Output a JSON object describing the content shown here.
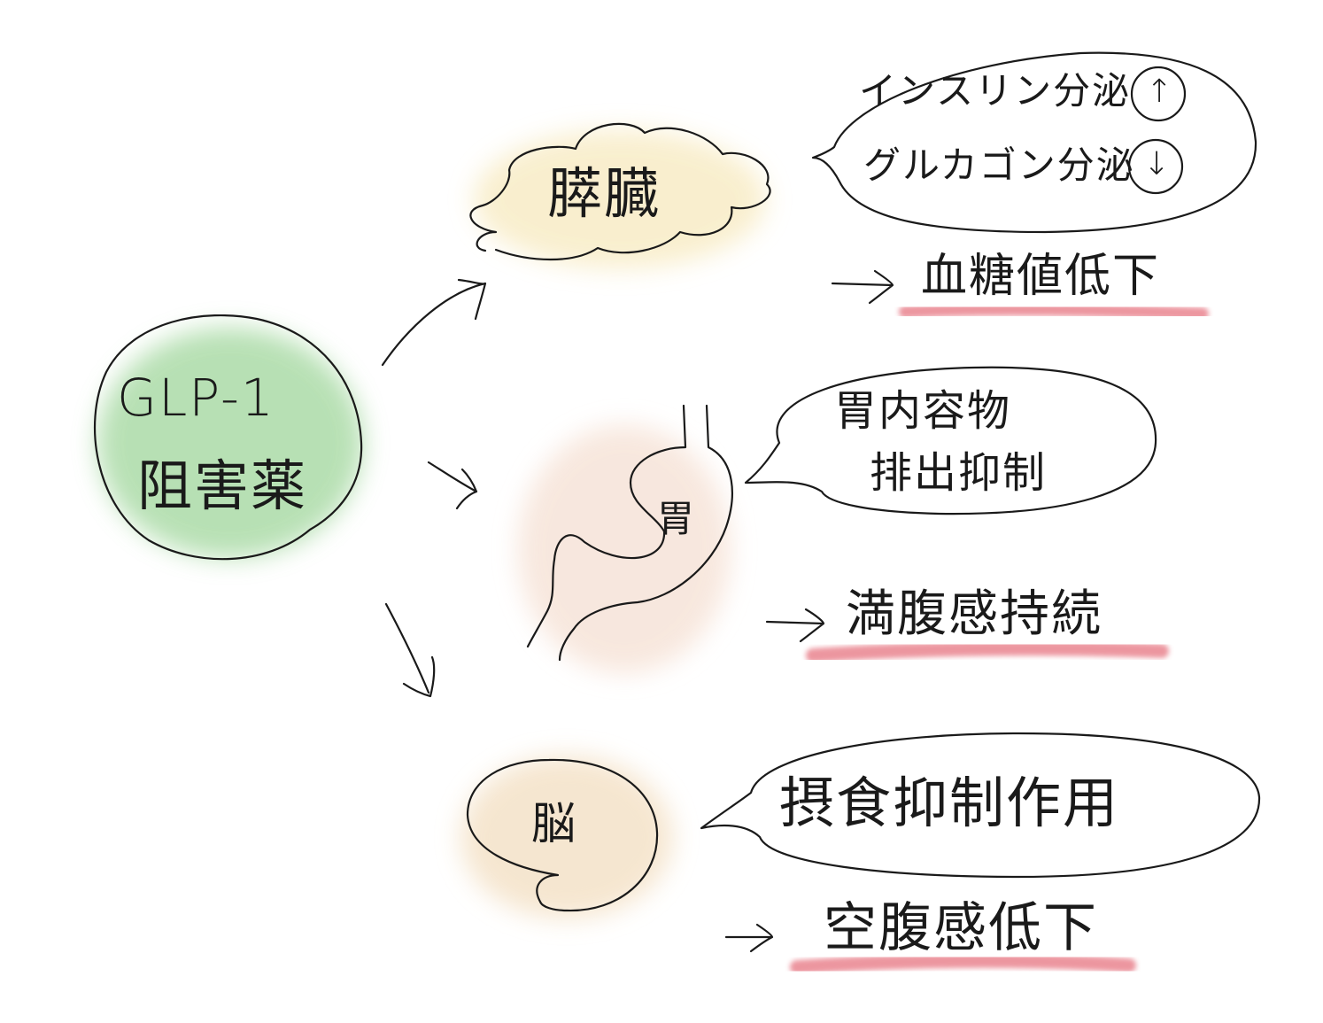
{
  "main": {
    "drug": {
      "line1": "GLP-1",
      "line2": "阻害薬"
    },
    "organs": {
      "pancreas": "膵臓",
      "stomach": "胃",
      "brain": "脳"
    },
    "effects": {
      "pancreas": {
        "insulin": "インスリン分泌",
        "insulin_mark": "↑",
        "glucagon": "グルカゴン分泌",
        "glucagon_mark": "↓",
        "result": "血糖値低下"
      },
      "stomach": {
        "line1": "胃内容物",
        "line2": "排出抑制",
        "result": "満腹感持続"
      },
      "brain": {
        "text": "摂食抑制作用",
        "result": "空腹感低下"
      }
    }
  },
  "colors": {
    "drug_fill": "#a6d9a2",
    "pancreas_fill": "#f8ecc6",
    "stomach_fill": "#f6e2d6",
    "brain_fill": "#f4e2c8",
    "highlight": "#e9848f",
    "ink": "#1a1a1a"
  }
}
